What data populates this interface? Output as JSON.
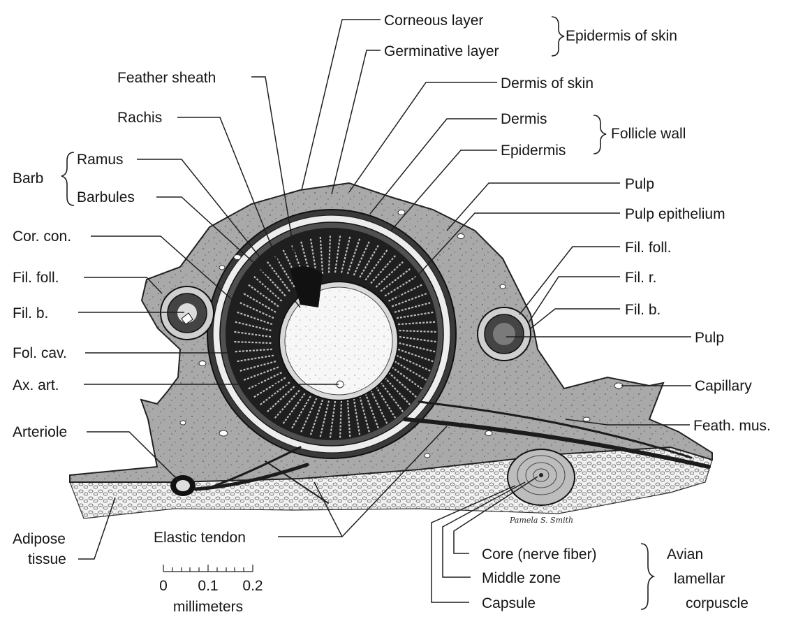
{
  "labels": {
    "corneous_layer": "Corneous layer",
    "germinative_layer": "Germinative layer",
    "epidermis_of_skin": "Epidermis of skin",
    "feather_sheath": "Feather sheath",
    "dermis_of_skin": "Dermis of skin",
    "rachis": "Rachis",
    "dermis": "Dermis",
    "follicle_wall": "Follicle wall",
    "epidermis": "Epidermis",
    "ramus": "Ramus",
    "barb": "Barb",
    "barbules": "Barbules",
    "pulp_top": "Pulp",
    "pulp_epithelium": "Pulp epithelium",
    "cor_con": "Cor. con.",
    "fil_foll_right": "Fil. foll.",
    "fil_foll_left": "Fil. foll.",
    "fil_r": "Fil. r.",
    "fil_b_left": "Fil. b.",
    "fil_b_right": "Fil. b.",
    "pulp_right": "Pulp",
    "fol_cav": "Fol. cav.",
    "ax_art": "Ax. art.",
    "capillary": "Capillary",
    "arteriole": "Arteriole",
    "feath_mus": "Feath. mus.",
    "adipose": "Adipose",
    "tissue": "tissue",
    "elastic_tendon": "Elastic tendon",
    "core": "Core (nerve fiber)",
    "avian": "Avian",
    "middle_zone": "Middle zone",
    "lamellar": "lamellar",
    "capsule": "Capsule",
    "corpuscle": "corpuscle"
  },
  "scale_bar": {
    "ticks": [
      "0",
      "0.1",
      "0.2"
    ],
    "unit": "millimeters"
  },
  "signature": "Pamela S. Smith"
}
